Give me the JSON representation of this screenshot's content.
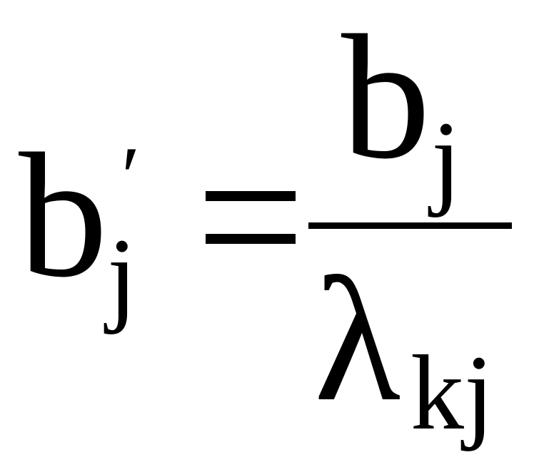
{
  "formula": {
    "lhs": {
      "base": "b",
      "prime": "′",
      "subscript": "j"
    },
    "equals": "=",
    "numerator": {
      "base": "b",
      "subscript": "j"
    },
    "denominator": {
      "base": "λ",
      "subscript": "kj"
    }
  }
}
